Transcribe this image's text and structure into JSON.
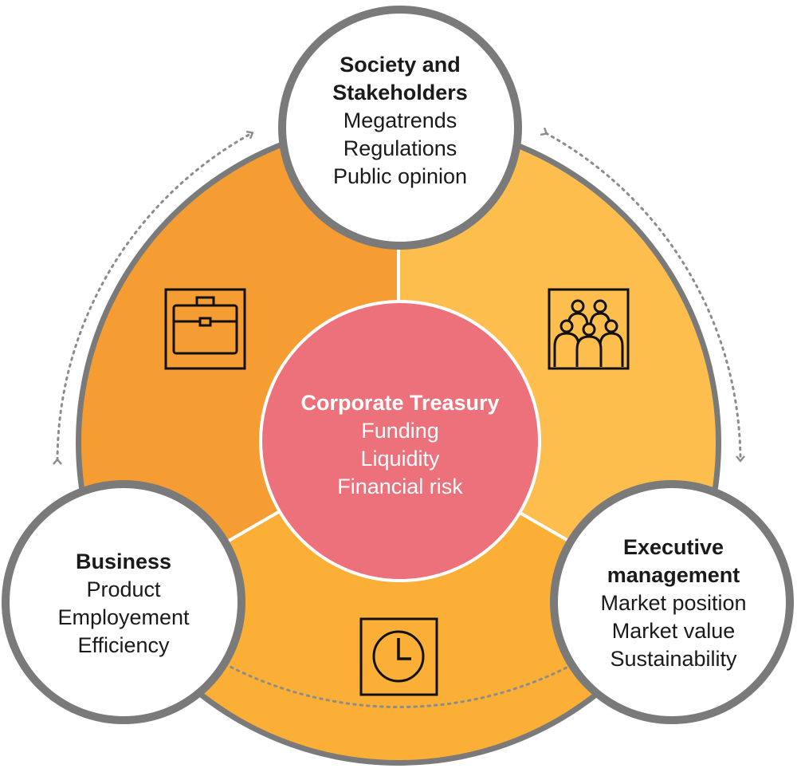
{
  "colors": {
    "ring": "#7a7a7a",
    "left_sector": "#f59d33",
    "right_sector": "#fdbe4e",
    "bottom_sector": "#fbaf36",
    "center": "#ec717b",
    "arrows": "#8c8c8c"
  },
  "center": {
    "title": "Corporate Treasury",
    "items": [
      "Funding",
      "Liquidity",
      "Financial risk"
    ]
  },
  "top_node": {
    "title_line1": "Society and",
    "title_line2": "Stakeholders",
    "items": [
      "Megatrends",
      "Regulations",
      "Public opinion"
    ]
  },
  "left_node": {
    "title": "Business",
    "items": [
      "Product",
      "Employement",
      "Efficiency"
    ]
  },
  "right_node": {
    "title_line1": "Executive",
    "title_line2": "management",
    "items": [
      "Market position",
      "Market value",
      "Sustainability"
    ]
  },
  "icons": {
    "left": "briefcase-icon",
    "right": "team-icon",
    "bottom": "clock-icon"
  }
}
